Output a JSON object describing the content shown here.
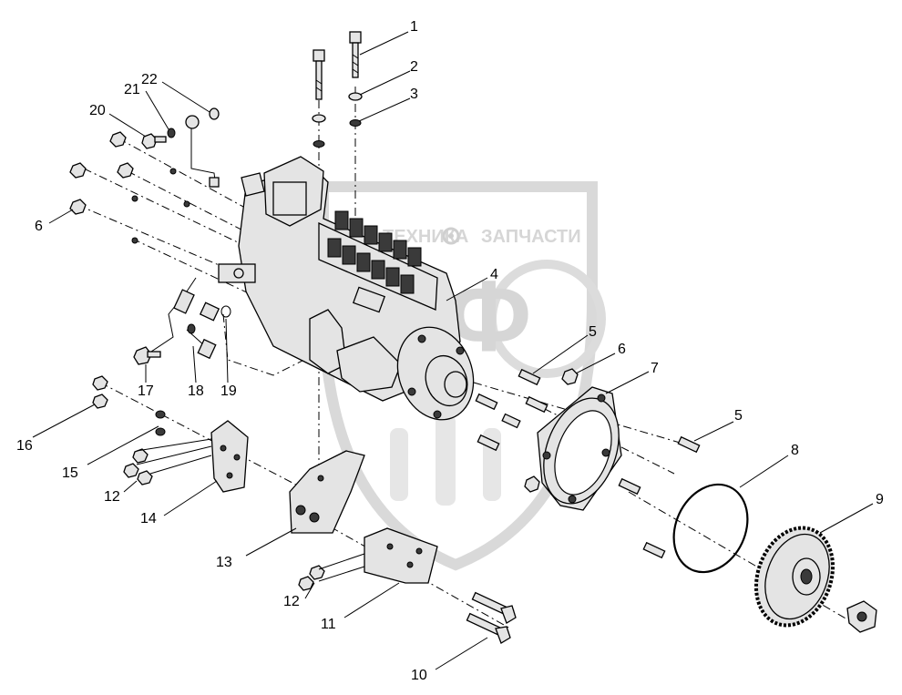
{
  "watermark": {
    "brand_left": "ТЕХНИКА",
    "brand_right": "ЗАПЧАСТИ",
    "big_letters": "ТФ",
    "gear_icon": "gear-icon",
    "color": "#d6d6d6"
  },
  "callouts": [
    "1",
    "2",
    "3",
    "4",
    "5",
    "6",
    "7",
    "5",
    "8",
    "9",
    "10",
    "11",
    "12",
    "13",
    "14",
    "12",
    "15",
    "16",
    "17",
    "18",
    "19",
    "20",
    "21",
    "22",
    "6"
  ]
}
